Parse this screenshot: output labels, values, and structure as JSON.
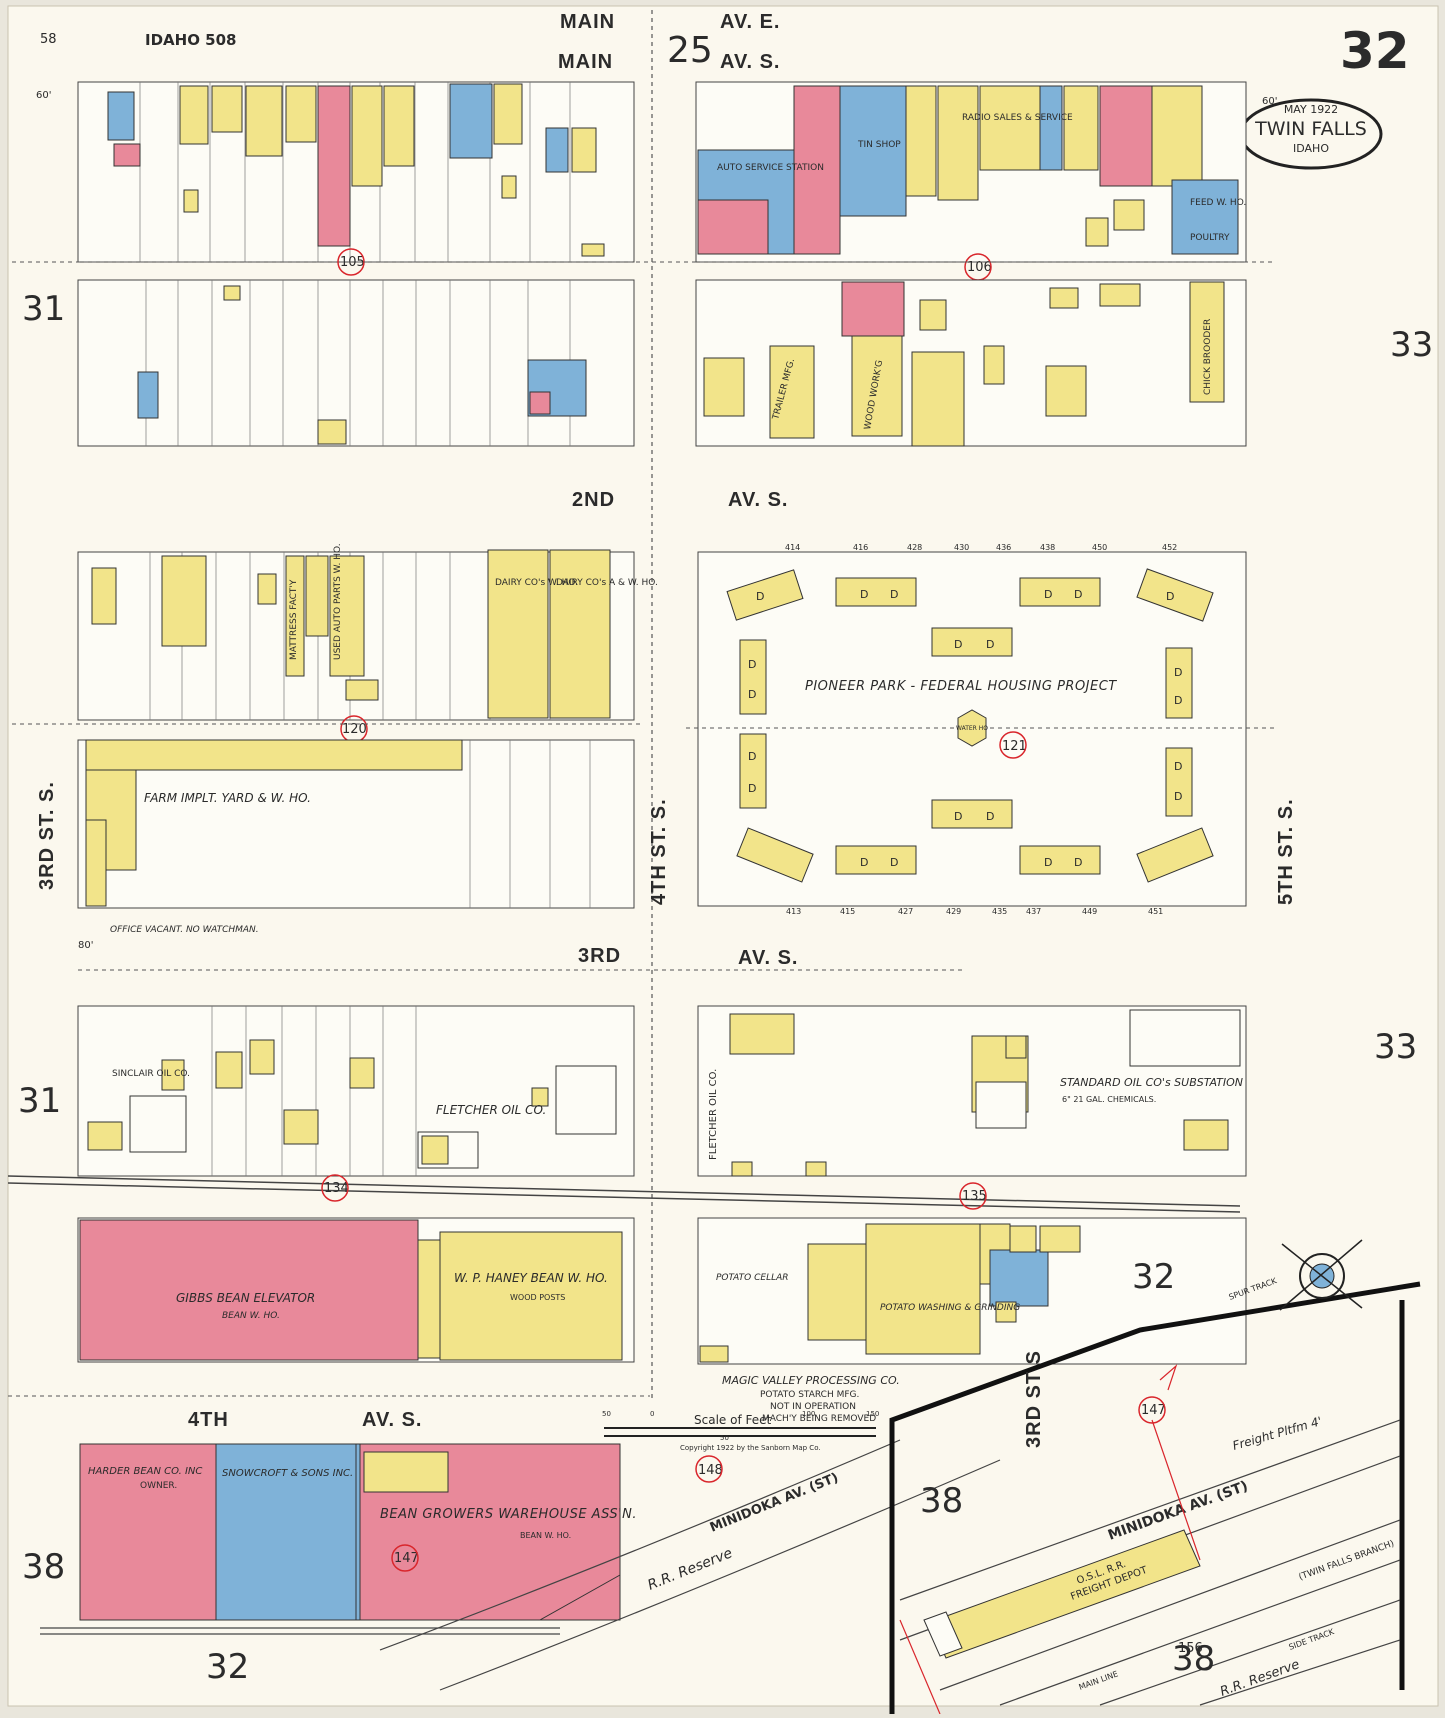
{
  "colors": {
    "paper": "#fbf8ee",
    "frame": "#ffffff",
    "brick": "#e8899a",
    "frame_bldg": "#f2e48a",
    "stone": "#7fb2d8",
    "ink": "#333333",
    "red_mark": "#d9262c"
  },
  "header": {
    "corner_number": "58",
    "state_page": "IDAHO 508",
    "sheet_number": "32",
    "block_25": "25"
  },
  "title_seal": {
    "date": "MAY 1922",
    "city": "TWIN FALLS",
    "state": "IDAHO"
  },
  "streets": {
    "main_e": "MAIN",
    "main_e_suffix": "AV. E.",
    "main_s": "MAIN",
    "main_s_suffix": "AV. S.",
    "second": "2ND",
    "second_suffix": "AV. S.",
    "third": "3RD",
    "third_suffix": "AV. S.",
    "fourth": "4TH",
    "fourth_suffix": "AV. S.",
    "third_st": "3RD ST. S.",
    "fourth_st": "4TH ST. S.",
    "fifth_st": "5TH ST. S.",
    "third_st_lower": "3RD ST S",
    "minidoka_1": "MINIDOKA AV. (ST)",
    "minidoka_2": "MINIDOKA AV. (ST)"
  },
  "blocks": {
    "b31a": "31",
    "b31b": "31",
    "b33a": "33",
    "b33b": "33",
    "b32a": "32",
    "b32b": "32",
    "b38a": "38",
    "b38b": "38",
    "b38c": "38"
  },
  "key_numbers": [
    "105",
    "106",
    "120",
    "121",
    "134",
    "135",
    "147",
    "148",
    "147",
    "156"
  ],
  "labels": {
    "pioneer_park": "PIONEER PARK - FEDERAL HOUSING PROJECT",
    "farm_impl": "FARM IMPLT. YARD & W. HO.",
    "office_vacant": "OFFICE VACANT. NO WATCHMAN.",
    "fletcher_oil": "FLETCHER OIL CO.",
    "fletcher_oil_v": "FLETCHER OIL CO.",
    "sinclair": "SINCLAIR OIL CO.",
    "standard_oil": "STANDARD OIL CO's SUBSTATION",
    "standard_oil_sub": "6\" 21 GAL. CHEMICALS.",
    "gibbs": "GIBBS BEAN ELEVATOR",
    "gibbs_sub": "BEAN W. HO.",
    "haney": "W. P. HANEY BEAN W. HO.",
    "haney_sub": "WOOD POSTS",
    "magic_valley_1": "MAGIC VALLEY PROCESSING CO.",
    "magic_valley_2": "POTATO STARCH MFG.",
    "magic_valley_3": "NOT IN OPERATION",
    "magic_valley_4": "MACH'Y BEING REMOVED",
    "potato_cellar": "POTATO CELLAR",
    "potato_washing": "POTATO WASHING & GRINDING",
    "harder": "HARDER BEAN CO. INC",
    "harder_owner": "OWNER.",
    "snowcroft": "SNOWCROFT & SONS INC.",
    "bean_growers": "BEAN GROWERS WAREHOUSE ASS'N.",
    "bean_growers_sub": "BEAN W. HO.",
    "freight_depot_1": "O.S.L. R.R.",
    "freight_depot_2": "FREIGHT DEPOT",
    "auto_service": "AUTO SERVICE STATION",
    "radio": "RADIO SALES & SERVICE",
    "tin_shop": "TIN SHOP",
    "trailer_mfg": "TRAILER MFG.",
    "wood_work": "WOOD WORK'G",
    "chick_brooder": "CHICK BROODER",
    "dairy_a": "DAIRY CO's W. HO.",
    "dairy_b": "DAIRY CO's A & W. HO.",
    "used_auto": "USED AUTO PARTS W. HO.",
    "mattress": "MATTRESS FACT'Y",
    "feed_who": "FEED W. HO.",
    "poultry": "POULTRY",
    "scale": "Scale of Feet",
    "copyright": "Copyright 1922 by the Sanborn Map Co.",
    "rr_reserve_1": "R.R. Reserve",
    "rr_reserve_2": "R.R. Reserve",
    "spur_track": "SPUR TRACK",
    "side_track": "SIDE TRACK",
    "main_line": "MAIN LINE",
    "twin_falls_branch": "(TWIN FALLS BRANCH)",
    "freight_platform": "Freight Pltfm 4'",
    "street_width_60": "60'",
    "street_width_80": "80'"
  },
  "dwelling_mark": "D",
  "water_ho": "WATER HO",
  "addresses_2nd_top": [
    "414",
    "416",
    "428",
    "430",
    "436",
    "438",
    "450",
    "452"
  ],
  "addresses_2nd_bottom": [
    "413",
    "415",
    "427",
    "429",
    "435",
    "437",
    "449",
    "451"
  ],
  "scale_ticks": [
    "50",
    "0",
    "50",
    "100",
    "150"
  ]
}
